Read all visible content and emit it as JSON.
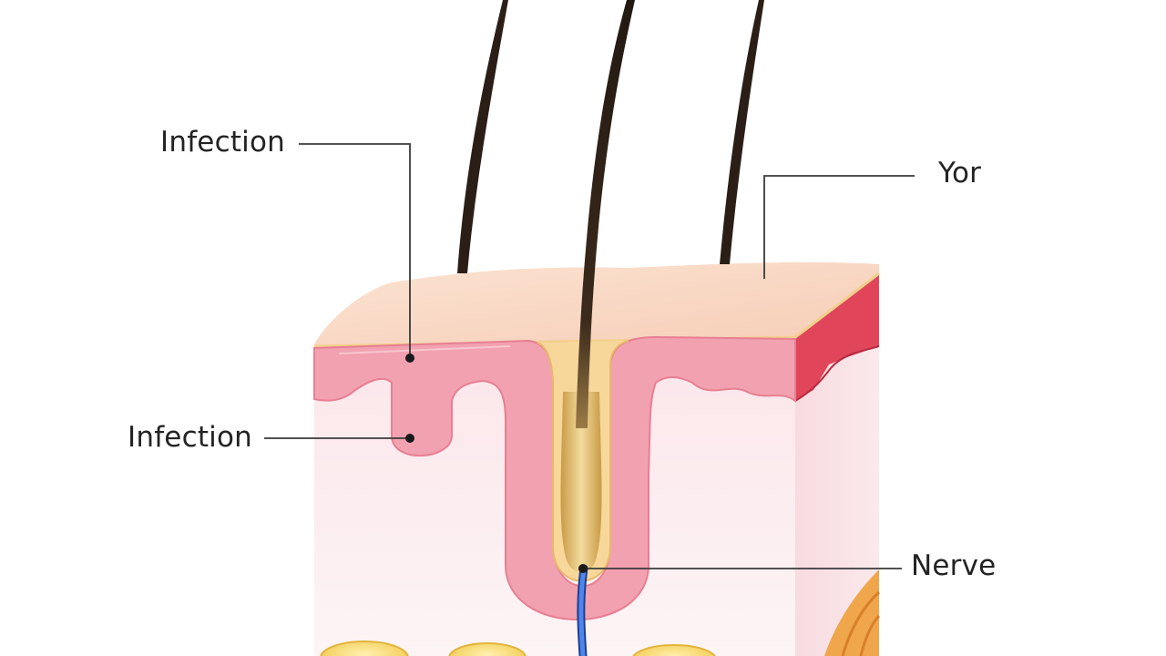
{
  "diagram": {
    "labels": {
      "infection_top": "Infection",
      "infection_mid": "Infection",
      "top_right": "Yor",
      "nerve": "Nerve"
    }
  },
  "colors": {
    "epidermis_surface": "#f9d9c4",
    "dermal_pink": "#f2a1b0",
    "dermis_fill": "#fbe9ec",
    "hair_shaft": "#2a1e16",
    "hair_bulb": "#e2c27a",
    "nerve": "#3a6fd8",
    "fat": "#f6d776",
    "side_red": "#e0455a",
    "leader_line": "#3a3a3a"
  }
}
